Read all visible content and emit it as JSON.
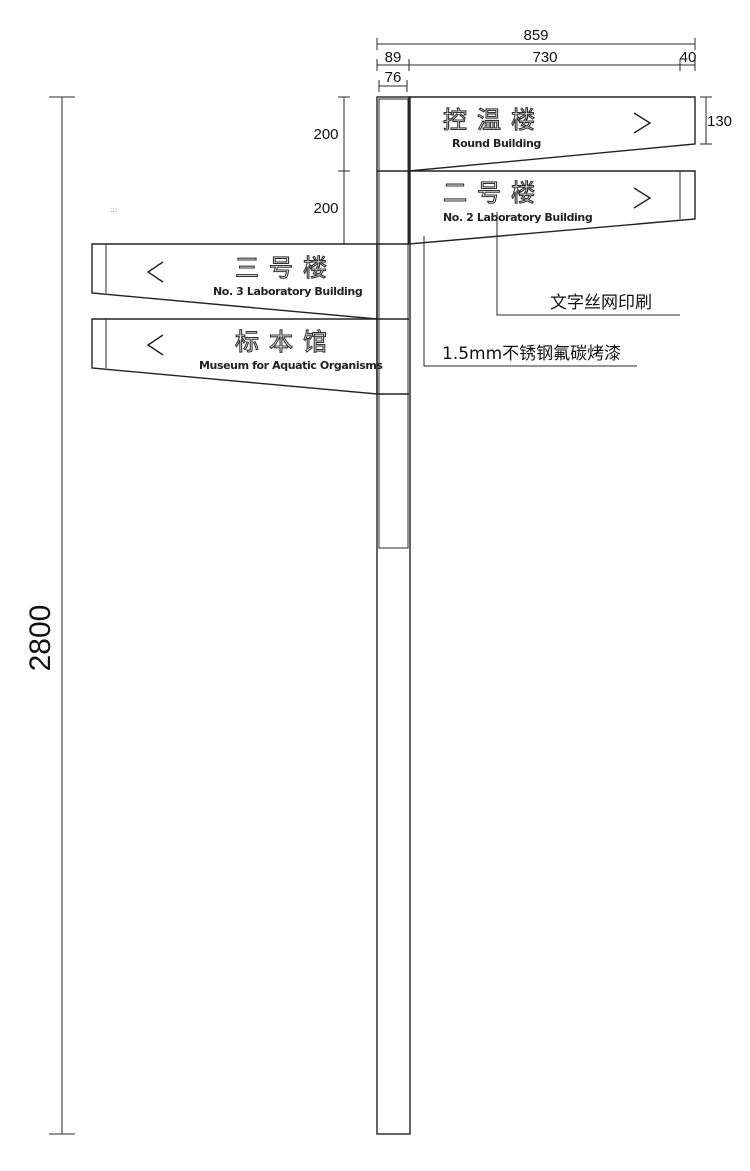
{
  "dimensions": {
    "total_width": "859",
    "post_offset": "89",
    "sign_length": "730",
    "tip": "40",
    "post_width": "76",
    "sign_height": "130",
    "spacing_1": "200",
    "spacing_2": "200",
    "total_height": "2800"
  },
  "signs": [
    {
      "cn": "控温楼",
      "en": "Round Building",
      "arrow": ">"
    },
    {
      "cn": "二号楼",
      "en": "No. 2 Laboratory Building",
      "arrow": ">"
    },
    {
      "cn": "三号楼",
      "en": "No. 3 Laboratory Building",
      "arrow": "<"
    },
    {
      "cn": "标本馆",
      "en": "Museum for Aquatic Organisms",
      "arrow": "<"
    }
  ],
  "notes": {
    "printing": "文字丝网印刷",
    "material": "1.5mm不锈钢氟碳烤漆"
  },
  "small_mark": ":::"
}
